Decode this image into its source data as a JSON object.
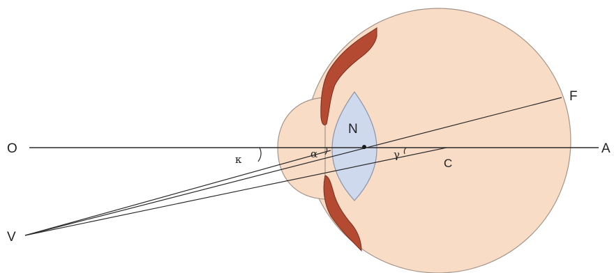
{
  "colors": {
    "eye_fill": "#f8dcc6",
    "eye_stroke": "#a4948a",
    "iris_fill": "#b44a32",
    "iris_stroke": "#7a2e1e",
    "lens_fill": "#cfd9ee",
    "lens_stroke": "#8a93aa",
    "line": "#2a2a2a"
  },
  "labels": {
    "O": "O",
    "A": "A",
    "F": "F",
    "N": "N",
    "C": "C",
    "V": "V",
    "kappa": "κ",
    "alpha": "α",
    "gamma": "γ"
  }
}
